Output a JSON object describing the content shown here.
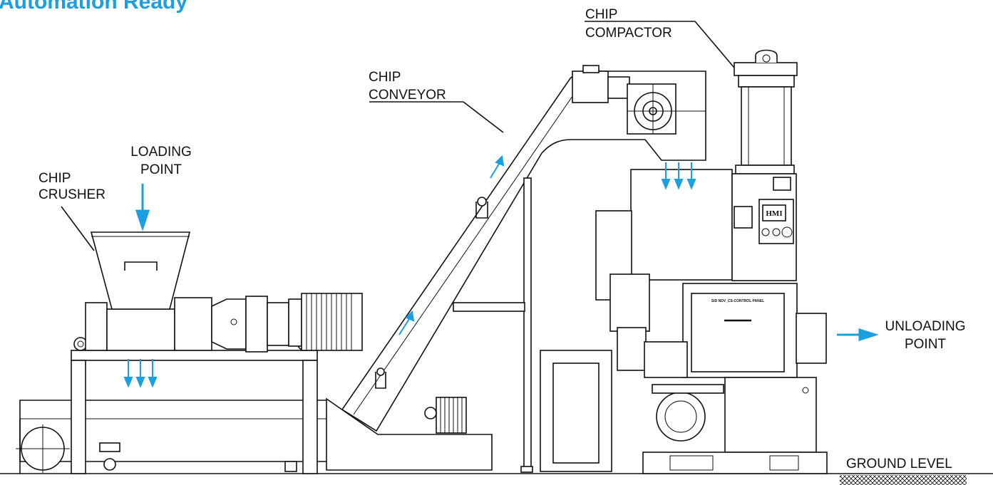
{
  "heading": "Automation Ready",
  "labels": {
    "chip_crusher": [
      "CHIP",
      "CRUSHER"
    ],
    "loading_point": [
      "LOADING",
      "POINT"
    ],
    "chip_conveyor": [
      "CHIP",
      "CONVEYOR"
    ],
    "chip_compactor": [
      "CHIP",
      "COMPACTOR"
    ],
    "unloading_point": [
      "UNLOADING",
      "POINT"
    ],
    "ground_level": "GROUND LEVEL"
  },
  "panel": {
    "hmi_text": "HMI",
    "control_panel_text": "SID NDV_CS-CONTROL PANEL"
  },
  "colors": {
    "accent": "#1a9fe0",
    "line": "#111111"
  }
}
